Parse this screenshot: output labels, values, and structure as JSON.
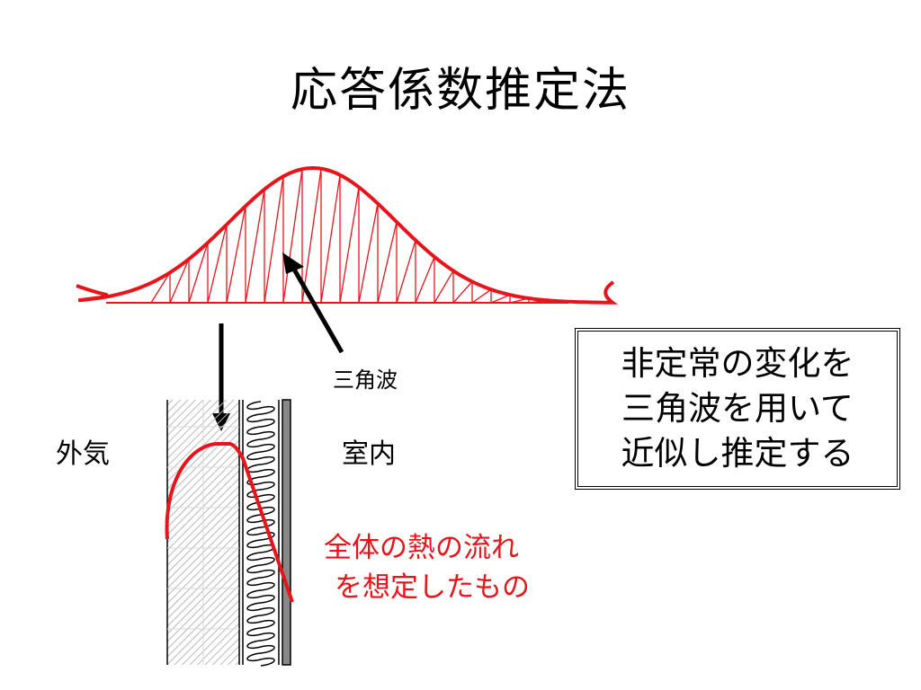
{
  "slide": {
    "title": "応答係数推定法"
  },
  "labels": {
    "triangle_wave": "三角波",
    "outdoor": "外気",
    "indoor": "室内"
  },
  "red_note": {
    "line1": "全体の熱の流れ",
    "line2": "を想定したもの"
  },
  "callout": {
    "line1": "非定常の変化を",
    "line2": "三角波を用いて",
    "line3": "近似し推定する"
  },
  "colors": {
    "curve": "#e8141b",
    "text": "#000000"
  }
}
